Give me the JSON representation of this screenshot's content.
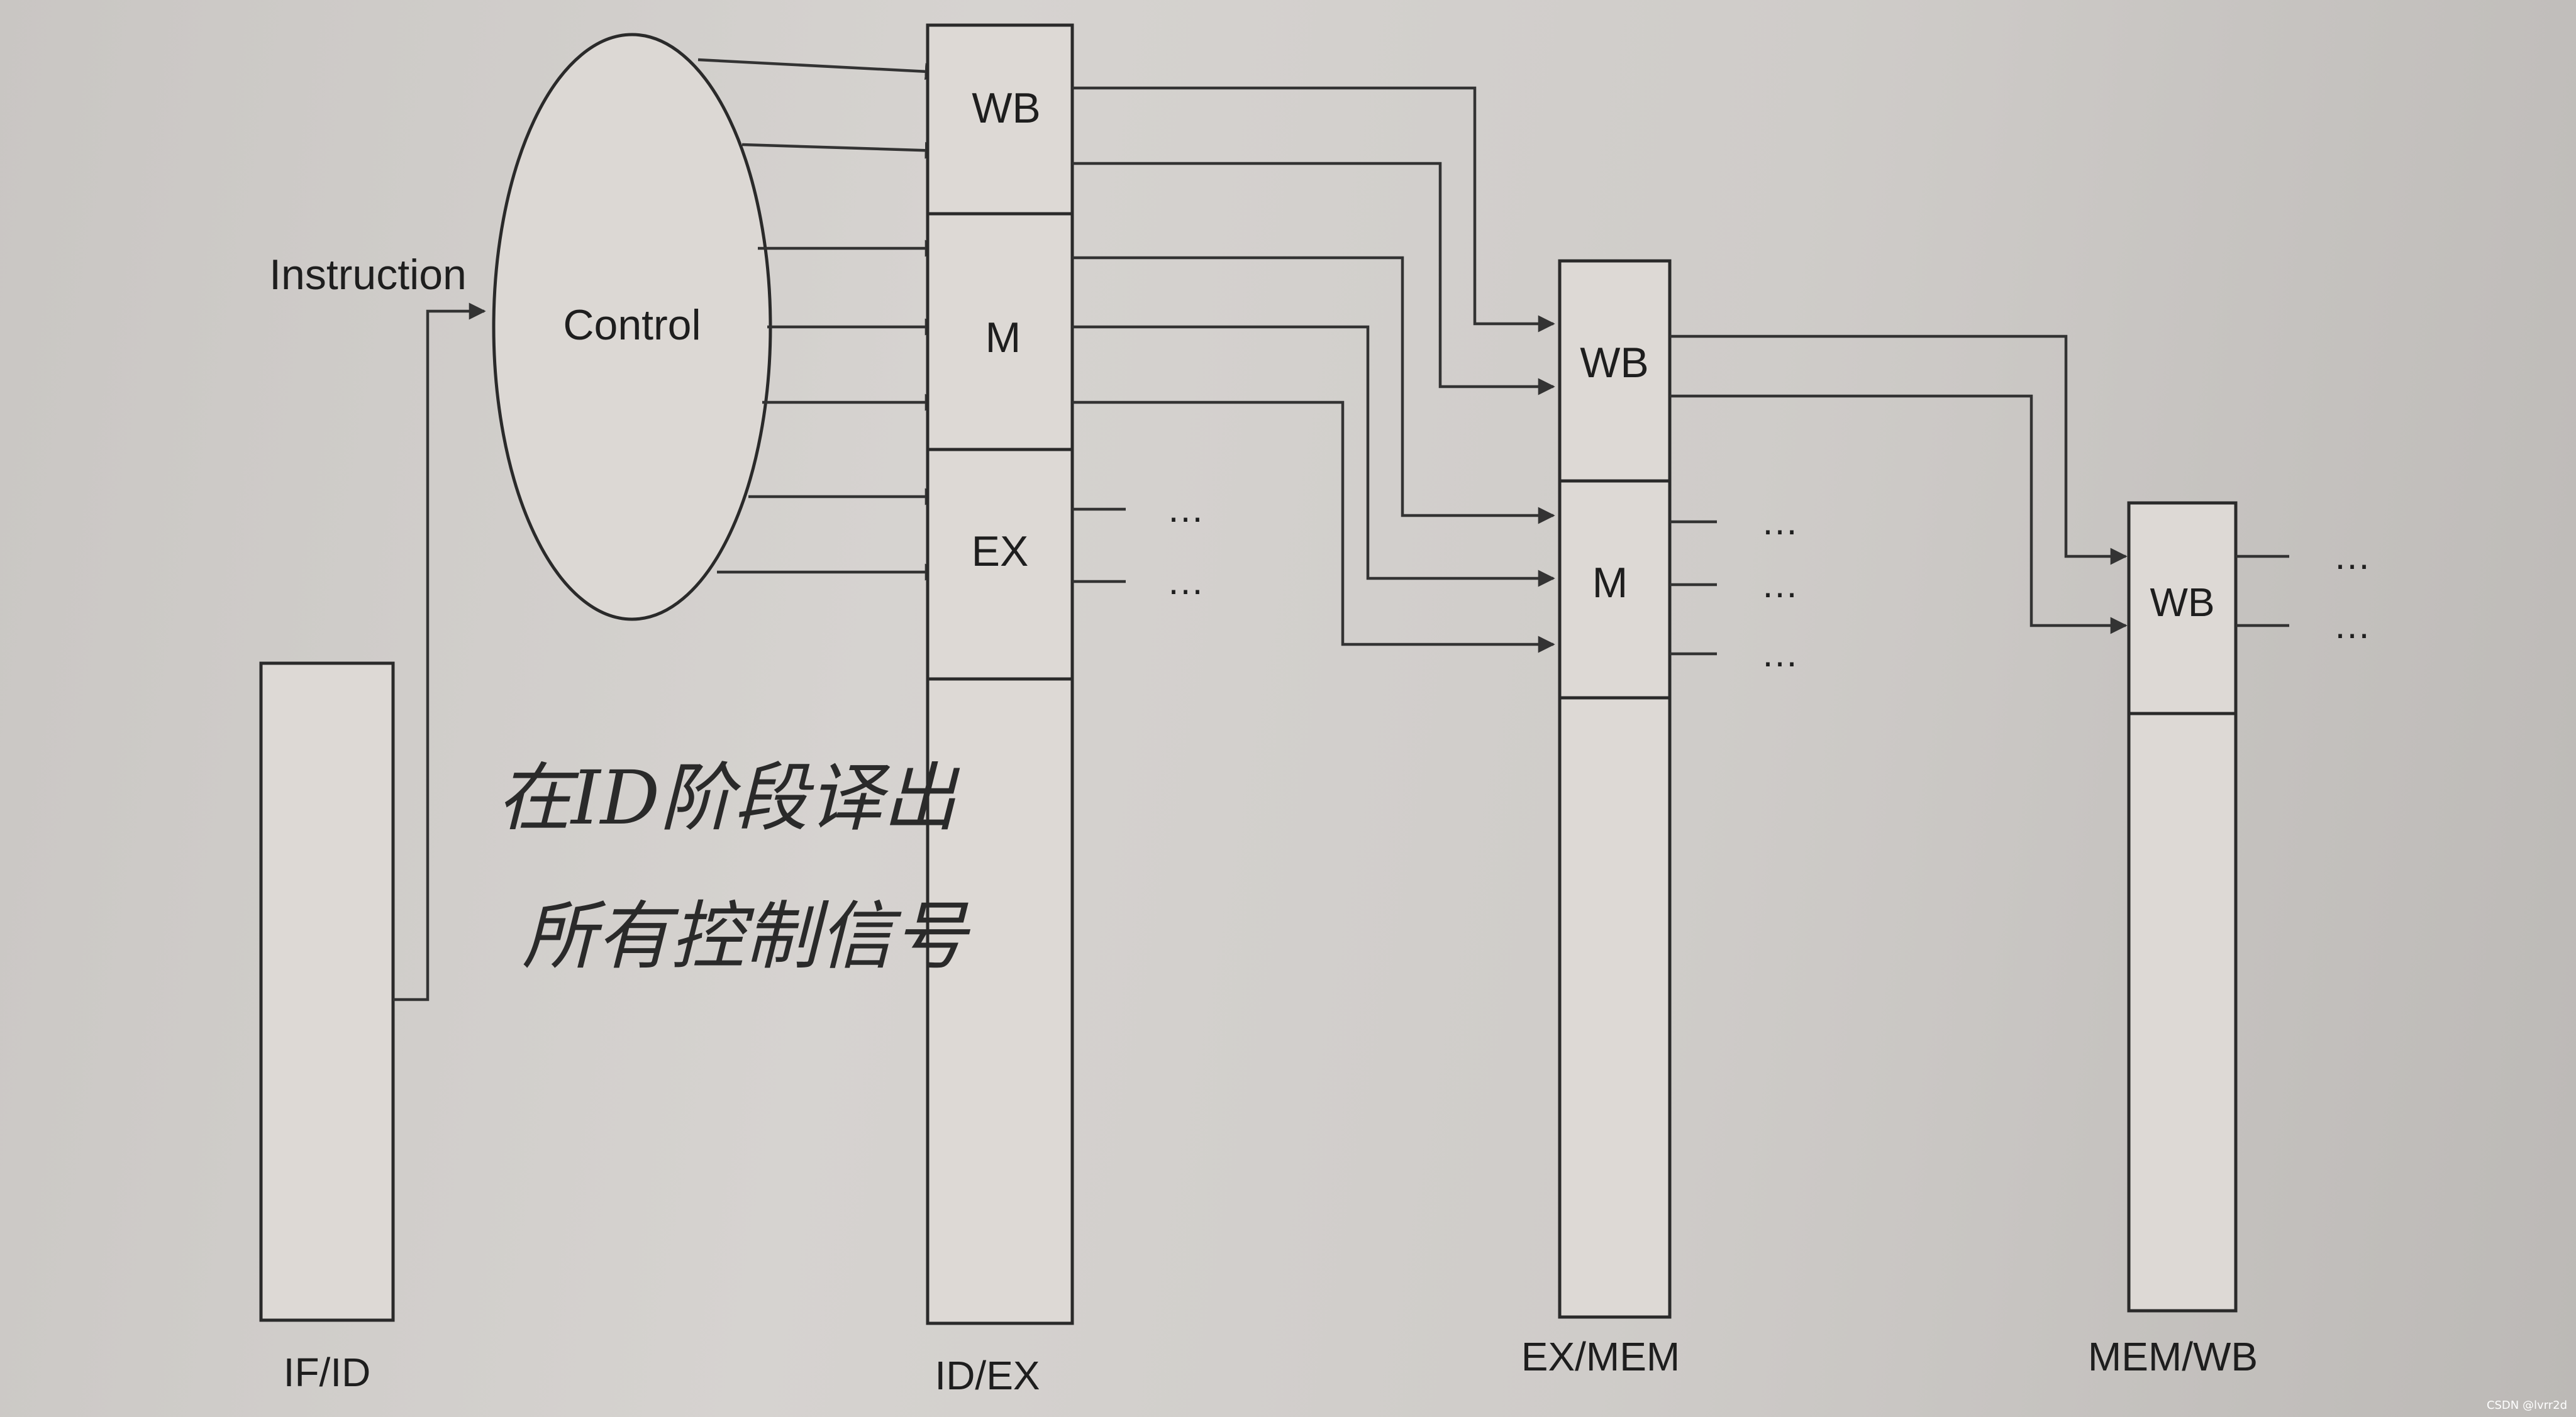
{
  "labels": {
    "instruction": "Instruction",
    "control": "Control",
    "if_id": "IF/ID",
    "id_ex": "ID/EX",
    "ex_mem": "EX/MEM",
    "mem_wb": "MEM/WB",
    "wb": "WB",
    "m": "M",
    "ex": "EX",
    "ellipsis": "…"
  },
  "annotation": {
    "line1": "在ID阶段译出",
    "line2": "所有控制信号"
  },
  "watermark": "CSDN @lvrr2d"
}
